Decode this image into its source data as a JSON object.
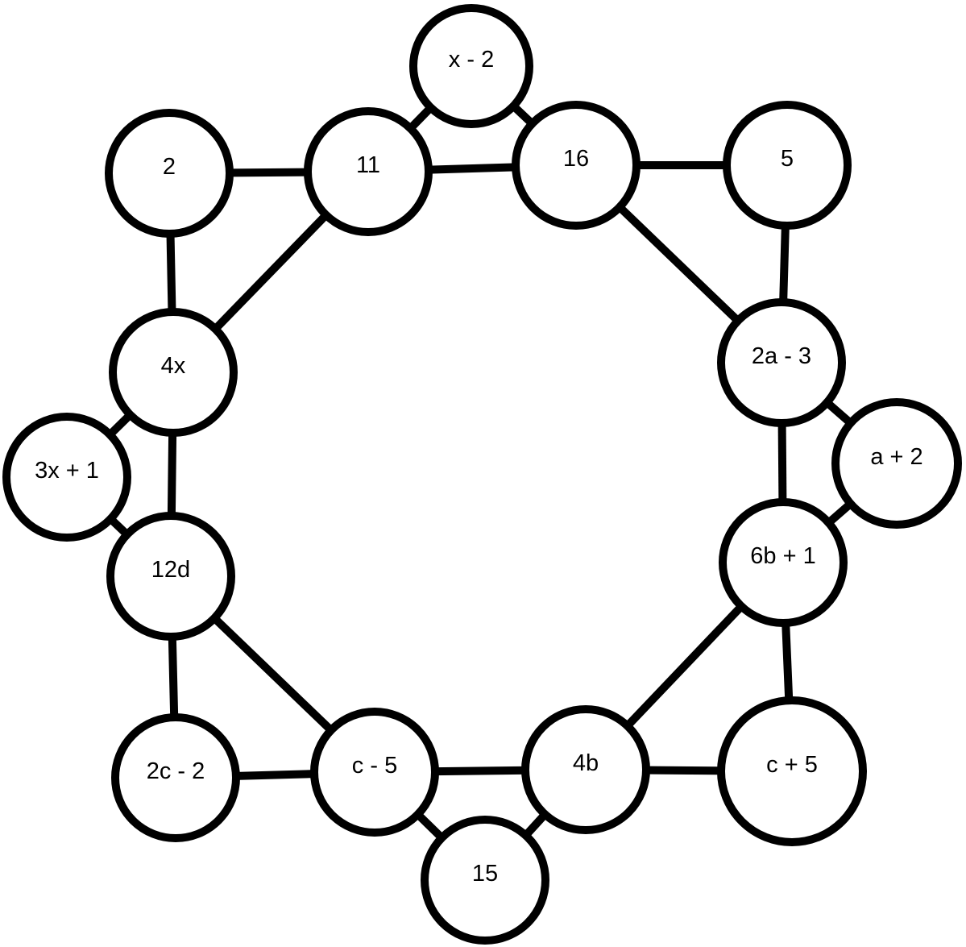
{
  "diagram": {
    "nodes": [
      {
        "id": "n_x2",
        "label": "x - 2"
      },
      {
        "id": "n_11",
        "label": "11"
      },
      {
        "id": "n_16",
        "label": "16"
      },
      {
        "id": "n_5",
        "label": "5"
      },
      {
        "id": "n_2",
        "label": "2"
      },
      {
        "id": "n_4x",
        "label": "4x"
      },
      {
        "id": "n_3x1",
        "label": "3x + 1"
      },
      {
        "id": "n_12d",
        "label": "12d"
      },
      {
        "id": "n_2a3",
        "label": "2a - 3"
      },
      {
        "id": "n_a2",
        "label": "a + 2"
      },
      {
        "id": "n_6b1",
        "label": "6b + 1"
      },
      {
        "id": "n_2c2",
        "label": "2c - 2"
      },
      {
        "id": "n_c5m",
        "label": "c - 5"
      },
      {
        "id": "n_4b",
        "label": "4b"
      },
      {
        "id": "n_c5p",
        "label": "c + 5"
      },
      {
        "id": "n_15",
        "label": "15"
      }
    ],
    "edges": [
      [
        "n_2",
        "n_11"
      ],
      [
        "n_11",
        "n_16"
      ],
      [
        "n_16",
        "n_5"
      ],
      [
        "n_x2",
        "n_11"
      ],
      [
        "n_x2",
        "n_16"
      ],
      [
        "n_2",
        "n_4x"
      ],
      [
        "n_11",
        "n_4x"
      ],
      [
        "n_16",
        "n_2a3"
      ],
      [
        "n_5",
        "n_2a3"
      ],
      [
        "n_4x",
        "n_3x1"
      ],
      [
        "n_4x",
        "n_12d"
      ],
      [
        "n_3x1",
        "n_12d"
      ],
      [
        "n_2a3",
        "n_a2"
      ],
      [
        "n_2a3",
        "n_6b1"
      ],
      [
        "n_a2",
        "n_6b1"
      ],
      [
        "n_12d",
        "n_2c2"
      ],
      [
        "n_12d",
        "n_c5m"
      ],
      [
        "n_6b1",
        "n_4b"
      ],
      [
        "n_6b1",
        "n_c5p"
      ],
      [
        "n_2c2",
        "n_c5m"
      ],
      [
        "n_c5m",
        "n_4b"
      ],
      [
        "n_4b",
        "n_c5p"
      ],
      [
        "n_c5m",
        "n_15"
      ],
      [
        "n_4b",
        "n_15"
      ]
    ]
  }
}
